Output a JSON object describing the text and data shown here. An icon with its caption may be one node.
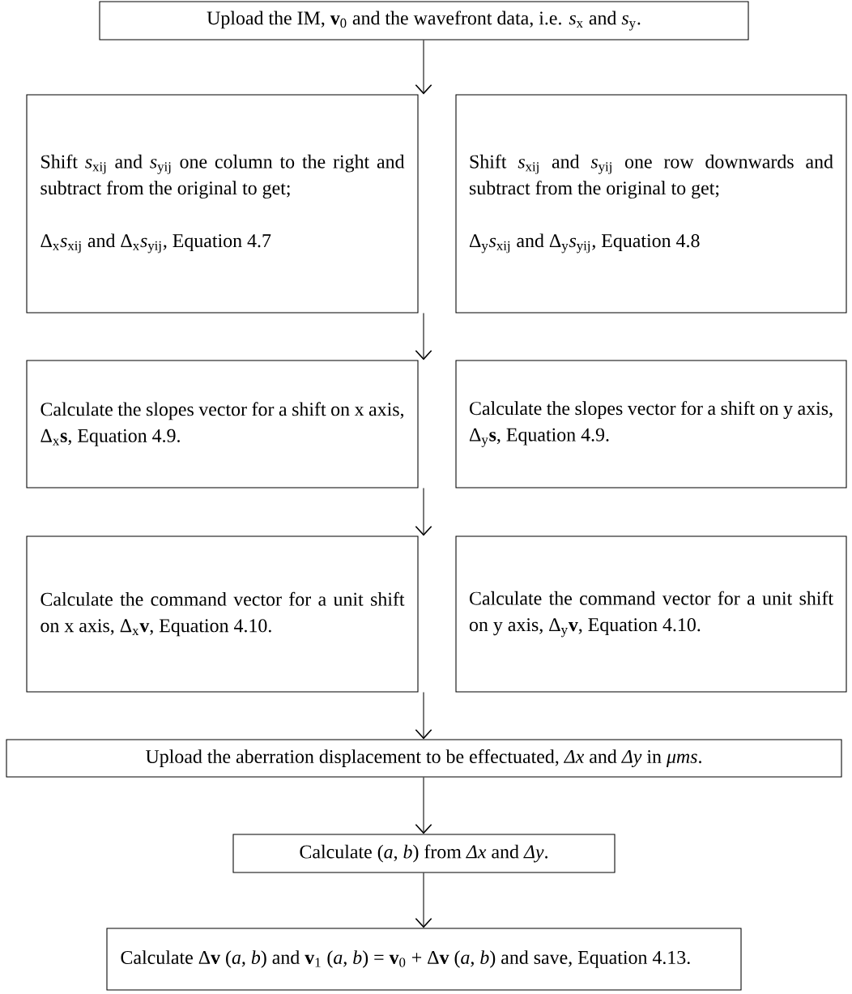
{
  "diagram": {
    "nodes": [
      {
        "text": [
          "Upload the IM, **v**$_{0}$ and the wavefront data, i.e. *s*$_{x}$ and *s*$_{y}$."
        ]
      },
      {
        "text": [
          "Shift *s*$_{xij}$ and *s*$_{yij}$ one column to the right and subtract from the original to get;",
          "Δ$_{x}$*s*$_{xij}$ and Δ$_{x}$*s*$_{yij}$, Equation 4.7"
        ]
      },
      {
        "text": [
          "Shift *s*$_{xij}$ and *s*$_{yij}$ one row downwards and subtract from the original to get;",
          "Δ$_{y}$*s*$_{xij}$ and Δ$_{y}$*s*$_{yij}$, Equation 4.8"
        ]
      },
      {
        "text": [
          "Calculate the slopes vector for a shift on x axis, Δ$_{x}$**s**, Equation 4.9."
        ]
      },
      {
        "text": [
          "Calculate the slopes vector for a shift on y axis, Δ$_{y}$**s**, Equation 4.9."
        ]
      },
      {
        "text": [
          "Calculate the command vector for a unit shift on x axis, Δ$_{x}$**v**, Equation 4.10."
        ]
      },
      {
        "text": [
          "Calculate the command vector for a unit shift on y axis, Δ$_{y}$**v**, Equation 4.10."
        ]
      },
      {
        "text": [
          "Upload the aberration displacement to be effectuated, *Δx* and *Δy* in *μms*."
        ]
      },
      {
        "text": [
          "Calculate (*a*, *b*) from *Δx* and *Δy*."
        ]
      },
      {
        "text": [
          "Calculate Δ**v** (*a*, *b*) and **v**$_{1}$ (*a*, *b*) = **v**$_{0}$ + Δ**v** (*a*, *b*) and save, Equation 4.13."
        ]
      }
    ],
    "edges": [
      {
        "from": 0,
        "to": 1,
        "arrow": "to"
      },
      {
        "from": 1,
        "to": 3,
        "arrow": "to"
      },
      {
        "from": 3,
        "to": 5,
        "arrow": "to"
      },
      {
        "from": 5,
        "to": 7,
        "arrow": "to"
      },
      {
        "from": 7,
        "to": 8,
        "arrow": "to"
      },
      {
        "from": 8,
        "to": 9,
        "arrow": "to"
      }
    ]
  }
}
